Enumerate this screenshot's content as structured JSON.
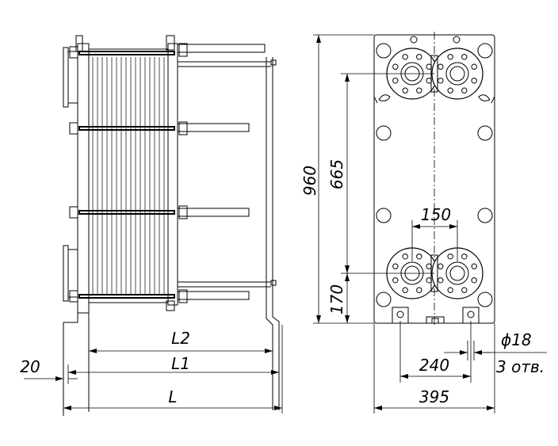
{
  "labels": {
    "l2": "L2",
    "l1": "L1",
    "l": "L",
    "d20": "20",
    "h960": "960",
    "h665": "665",
    "h170": "170",
    "w150": "150",
    "w240": "240",
    "w395": "395",
    "hole_dia": "ϕ18",
    "hole_count": "3 отв."
  }
}
